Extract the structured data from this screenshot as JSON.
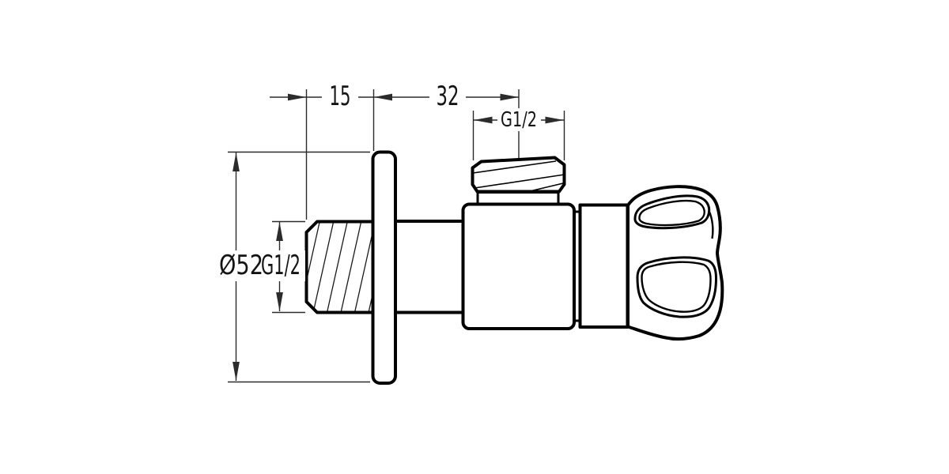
{
  "colors": {
    "background": "#ffffff",
    "part_outline": "#000000",
    "dimension_lines": "#2b2b2b",
    "dimension_text": "#141414"
  },
  "dimensions": {
    "pipe_length": "15",
    "wall_to_outlet_center": "32",
    "outlet_thread": "G1/2",
    "flange_diameter": "Ø52",
    "inlet_thread": "G1/2"
  }
}
